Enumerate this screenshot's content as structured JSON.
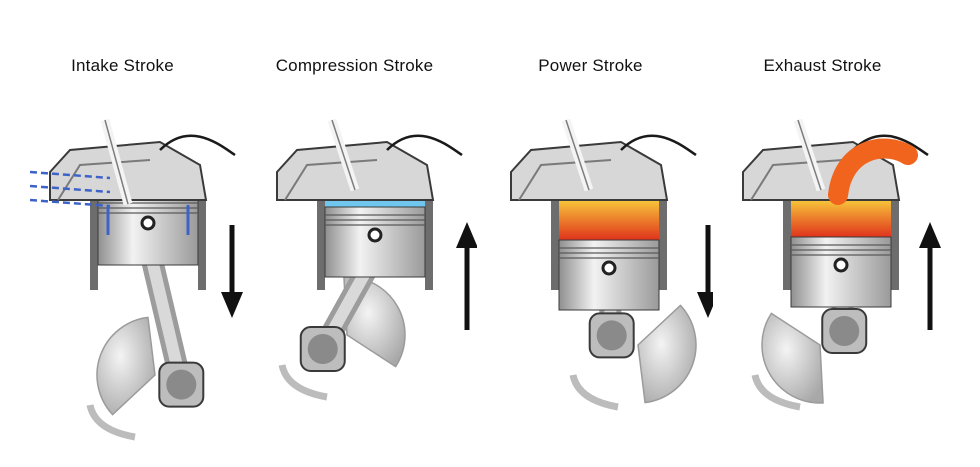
{
  "strokes": [
    {
      "id": "intake",
      "label": "Intake Stroke",
      "direction": "down",
      "chamber": "intake-air",
      "valve": "intake"
    },
    {
      "id": "compression",
      "label": "Compression Stroke",
      "direction": "up",
      "chamber": "compressed",
      "valve": "closed"
    },
    {
      "id": "power",
      "label": "Power Stroke",
      "direction": "down",
      "chamber": "combustion",
      "valve": "closed"
    },
    {
      "id": "exhaust",
      "label": "Exhaust Stroke",
      "direction": "up",
      "chamber": "exhaust",
      "valve": "exhaust"
    }
  ],
  "colors": {
    "metal": "#c9c9c9",
    "metal_dark": "#6d6d6d",
    "outline": "#3a3a3a",
    "intake_air": "#3d63c9",
    "compressed": "#6fc6ee",
    "fire_top": "#f7c63a",
    "fire_bottom": "#e0331c",
    "exhaust_pipe": "#f0641e",
    "arrow": "#111111"
  }
}
